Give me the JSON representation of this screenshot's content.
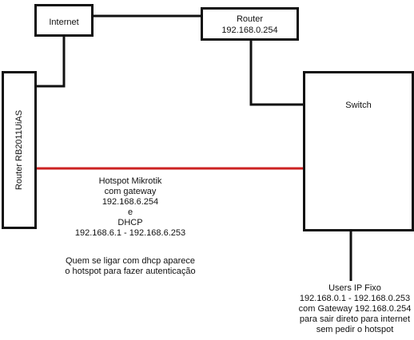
{
  "nodes": {
    "internet": {
      "label": "Internet"
    },
    "router_top": {
      "label": "Router",
      "ip": "192.168.0.254"
    },
    "switch": {
      "label": "Switch"
    },
    "router_left": {
      "label": "Router RB2011UiAS"
    }
  },
  "notes": {
    "hotspot": [
      "Hotspot Mikrotik",
      "com gateway",
      "192.168.6.254",
      "e",
      "DHCP",
      "192.168.6.1 - 192.168.6.253"
    ],
    "dhcp": [
      "Quem se ligar com dhcp aparece",
      "o hotspot para fazer autenticação"
    ],
    "fixed": [
      "Users IP Fixo",
      "192.168.0.1 - 192.168.0.253",
      "com Gateway 192.168.0.254",
      "para sair direto para internet",
      "sem pedir o hotspot"
    ]
  },
  "colors": {
    "link": "#111111",
    "hotspot_link": "#cc2222"
  }
}
